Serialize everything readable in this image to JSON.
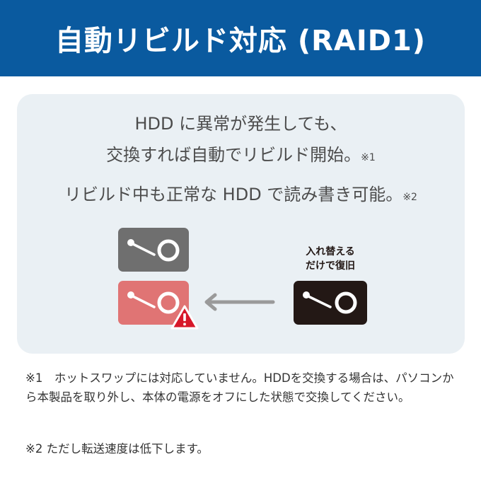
{
  "header": {
    "title": "自動リビルド対応 (RAID1)"
  },
  "panel": {
    "line1": "HDD に異常が発生しても、",
    "line2": "交換すれば自動でリビルド開始。",
    "line2_note": "※1",
    "line3": "リビルド中も正常な HDD で読み書き可能。",
    "line3_note": "※2",
    "caption_line1": "入れ替える",
    "caption_line2": "だけで復旧"
  },
  "footnotes": {
    "note1": "※1　ホットスワップには対応していません。HDDを交換する場合は、パソコンから本製品を取り外し、本体の電源をオフにした状態で交換してください。",
    "note2": "※2 ただし転送速度は低下します。"
  },
  "colors": {
    "header_bg": "#0a5a9f",
    "panel_bg": "#eaf0f4",
    "drive_ok": "#6f6f6f",
    "drive_failed": "#e07474",
    "drive_new": "#231815",
    "warning": "#d7182a",
    "arrow": "#9a9a9a"
  },
  "icons": [
    "hdd-icon",
    "hdd-failed-icon",
    "warning-icon",
    "arrow-left-icon",
    "hdd-new-icon"
  ]
}
